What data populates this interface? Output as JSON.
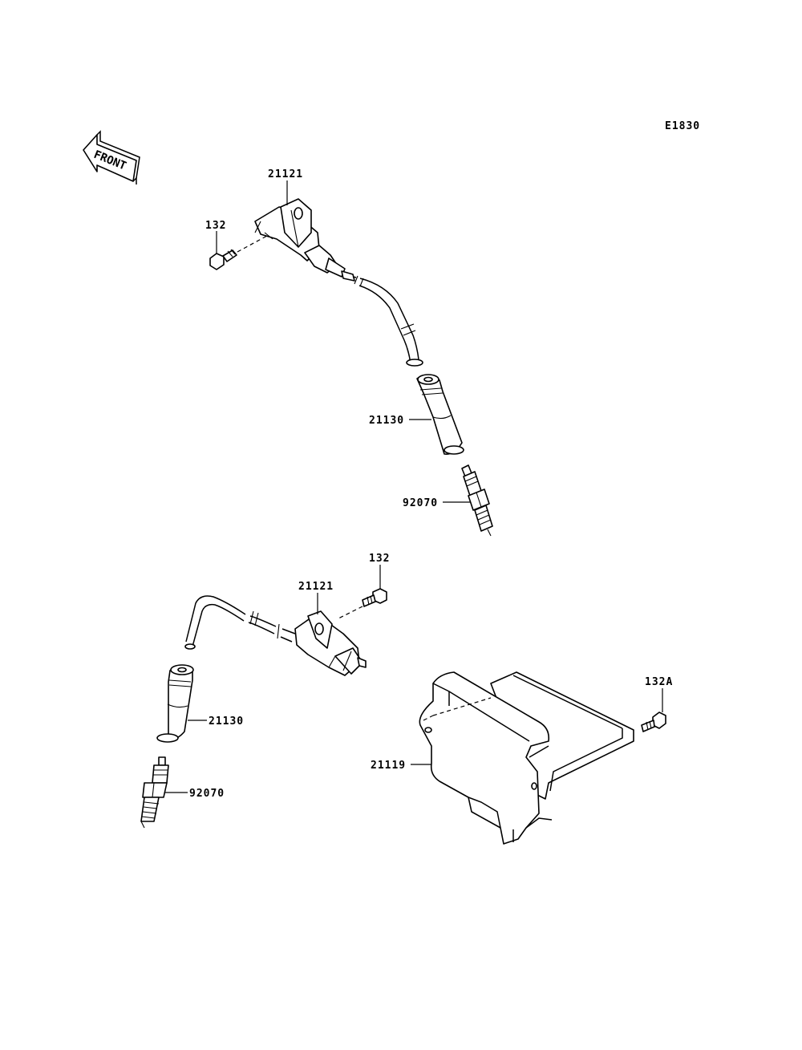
{
  "diagram_code": "E1830",
  "front_indicator": {
    "text": "FRONT",
    "icon": "front-arrow-icon"
  },
  "parts": {
    "coil_upper": "21121",
    "bolt_upper": "132",
    "cap_upper": "21130",
    "plug_upper": "92070",
    "bolt_lower": "132",
    "coil_lower": "21121",
    "cap_lower": "21130",
    "plug_lower": "92070",
    "bolt_igniter": "132A",
    "igniter": "21119"
  }
}
